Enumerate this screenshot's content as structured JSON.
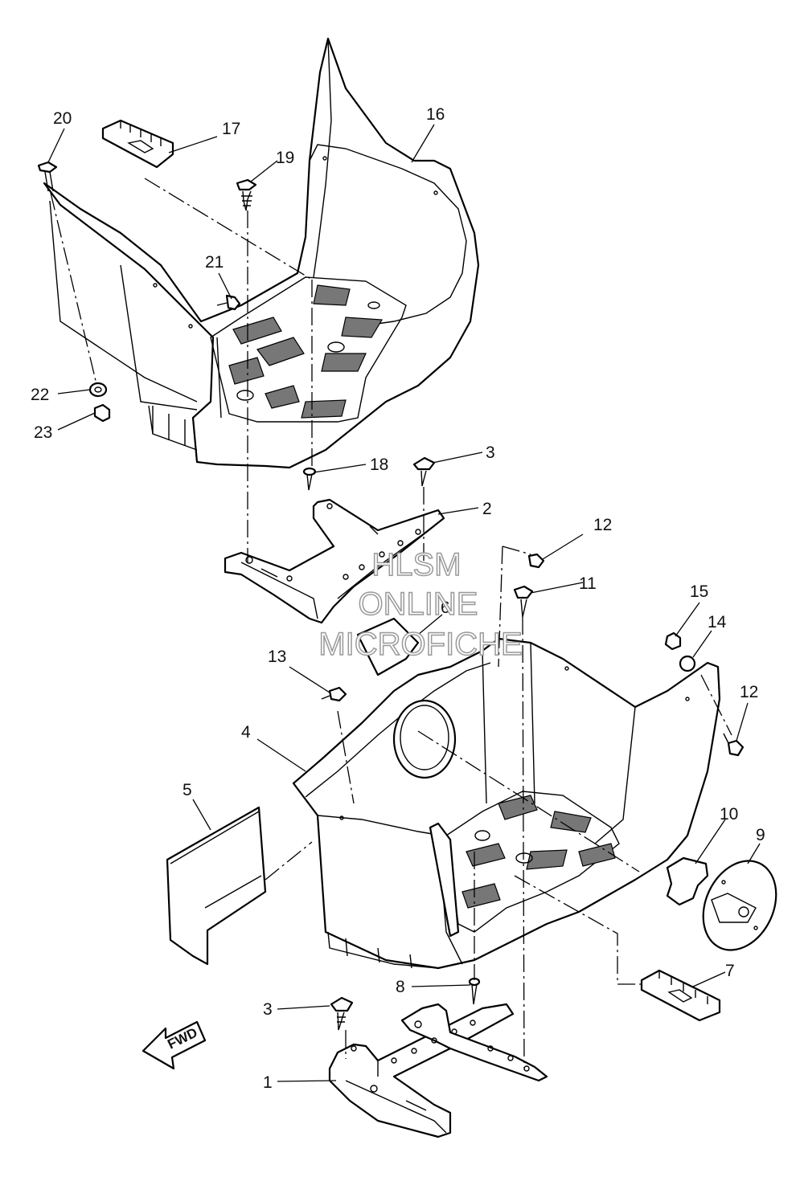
{
  "callouts": {
    "c1": "1",
    "c2": "2",
    "c3a": "3",
    "c3b": "3",
    "c4": "4",
    "c5": "5",
    "c6": "6",
    "c7": "7",
    "c8": "8",
    "c9": "9",
    "c10": "10",
    "c11": "11",
    "c12a": "12",
    "c12b": "12",
    "c13": "13",
    "c14": "14",
    "c15": "15",
    "c16": "16",
    "c17": "17",
    "c18": "18",
    "c19": "19",
    "c20": "20",
    "c21": "21",
    "c22": "22",
    "c23": "23"
  },
  "direction_label": "FWD",
  "watermark": {
    "line1": "HLSM",
    "line2": "ONLINE",
    "line3": "MICROFICHE"
  }
}
